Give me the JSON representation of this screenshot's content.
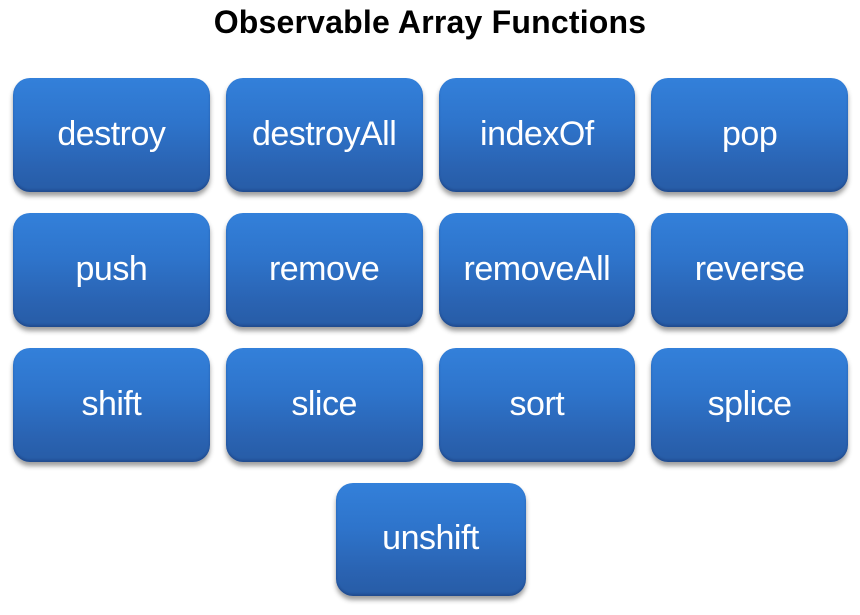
{
  "title": "Observable Array Functions",
  "colors": {
    "box_gradient_top": "#3380DA",
    "box_gradient_bottom": "#275CA6",
    "box_text": "#FFFFFF",
    "title_text": "#000000",
    "background": "#FFFFFF"
  },
  "rows": [
    {
      "cells": [
        "destroy",
        "destroyAll",
        "indexOf",
        "pop"
      ]
    },
    {
      "cells": [
        "push",
        "remove",
        "removeAll",
        "reverse"
      ]
    },
    {
      "cells": [
        "shift",
        "slice",
        "sort",
        "splice"
      ]
    },
    {
      "cells": [
        "unshift"
      ]
    }
  ]
}
